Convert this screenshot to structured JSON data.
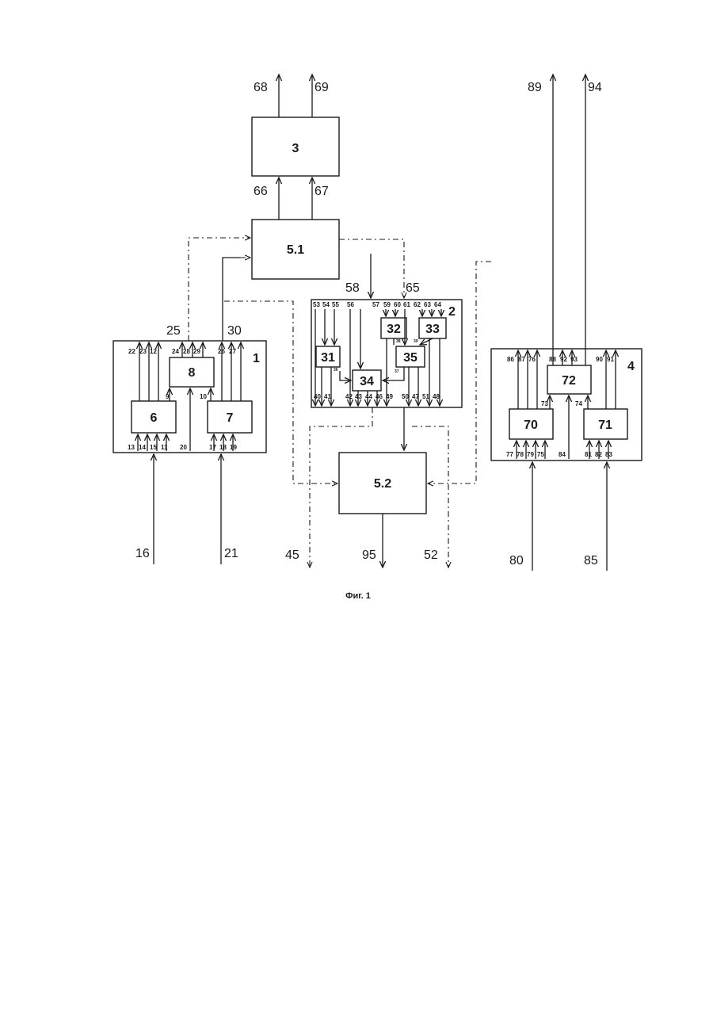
{
  "caption": "Фиг. 1",
  "blocks": {
    "b3": "3",
    "b51": "5.1",
    "b52": "5.2",
    "b1": "1",
    "b6": "6",
    "b7": "7",
    "b8": "8",
    "b2": "2",
    "b31": "31",
    "b32": "32",
    "b33": "33",
    "b34": "34",
    "b35": "35",
    "b4": "4",
    "b70": "70",
    "b71": "71",
    "b72": "72"
  },
  "top_labels": {
    "l68": "68",
    "l69": "69",
    "l66": "66",
    "l67": "67",
    "l89": "89",
    "l94": "94"
  },
  "mid_labels": {
    "l25": "25",
    "l30": "30",
    "l58": "58",
    "l65": "65"
  },
  "bottom_labels": {
    "l16": "16",
    "l21": "21",
    "l45": "45",
    "l95": "95",
    "l52": "52",
    "l80": "80",
    "l85": "85"
  },
  "block1_pins": {
    "p22": "22",
    "p23": "23",
    "p12": "12",
    "p24": "24",
    "p28": "28",
    "p29": "29",
    "p26": "26",
    "p27": "27",
    "p9": "9",
    "p10": "10",
    "p13": "13",
    "p14": "14",
    "p15": "15",
    "p11": "11",
    "p20": "20",
    "p17": "17",
    "p18": "18",
    "p19": "19"
  },
  "block2_pins": {
    "p53": "53",
    "p54": "54",
    "p55": "55",
    "p56": "56",
    "p57": "57",
    "p59": "59",
    "p60": "60",
    "p61": "61",
    "p62": "62",
    "p63": "63",
    "p64": "64",
    "p36": "36",
    "p38": "38",
    "p39": "39",
    "p37": "37",
    "p40": "40",
    "p41": "41",
    "p42": "42",
    "p43": "43",
    "p44": "44",
    "p46": "46",
    "p49": "49",
    "p50": "50",
    "p47": "47",
    "p51": "51",
    "p48": "48"
  },
  "block4_pins": {
    "p86": "86",
    "p87": "87",
    "p76": "76",
    "p88": "88",
    "p92": "92",
    "p93": "93",
    "p90": "90",
    "p91": "91",
    "p73": "73",
    "p74": "74",
    "p77": "77",
    "p78": "78",
    "p79": "79",
    "p75": "75",
    "p84": "84",
    "p81": "81",
    "p82": "82",
    "p83": "83"
  }
}
